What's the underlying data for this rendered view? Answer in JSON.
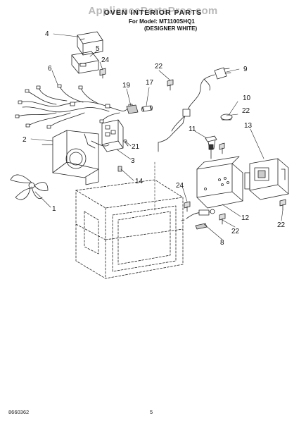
{
  "header": {
    "watermark": "AppliancePartsPros.com",
    "title": "OVEN INTERIOR PARTS",
    "model_line": "For Model: MT1100SHQ1",
    "finish_line": "(DESIGNER WHITE)"
  },
  "callouts": [
    "4",
    "5",
    "24",
    "6",
    "22",
    "9",
    "17",
    "19",
    "10",
    "22",
    "2",
    "11",
    "13",
    "21",
    "3",
    "14",
    "24",
    "1",
    "12",
    "22",
    "22",
    "8"
  ],
  "footer": {
    "code": "8660362",
    "page": "5"
  }
}
